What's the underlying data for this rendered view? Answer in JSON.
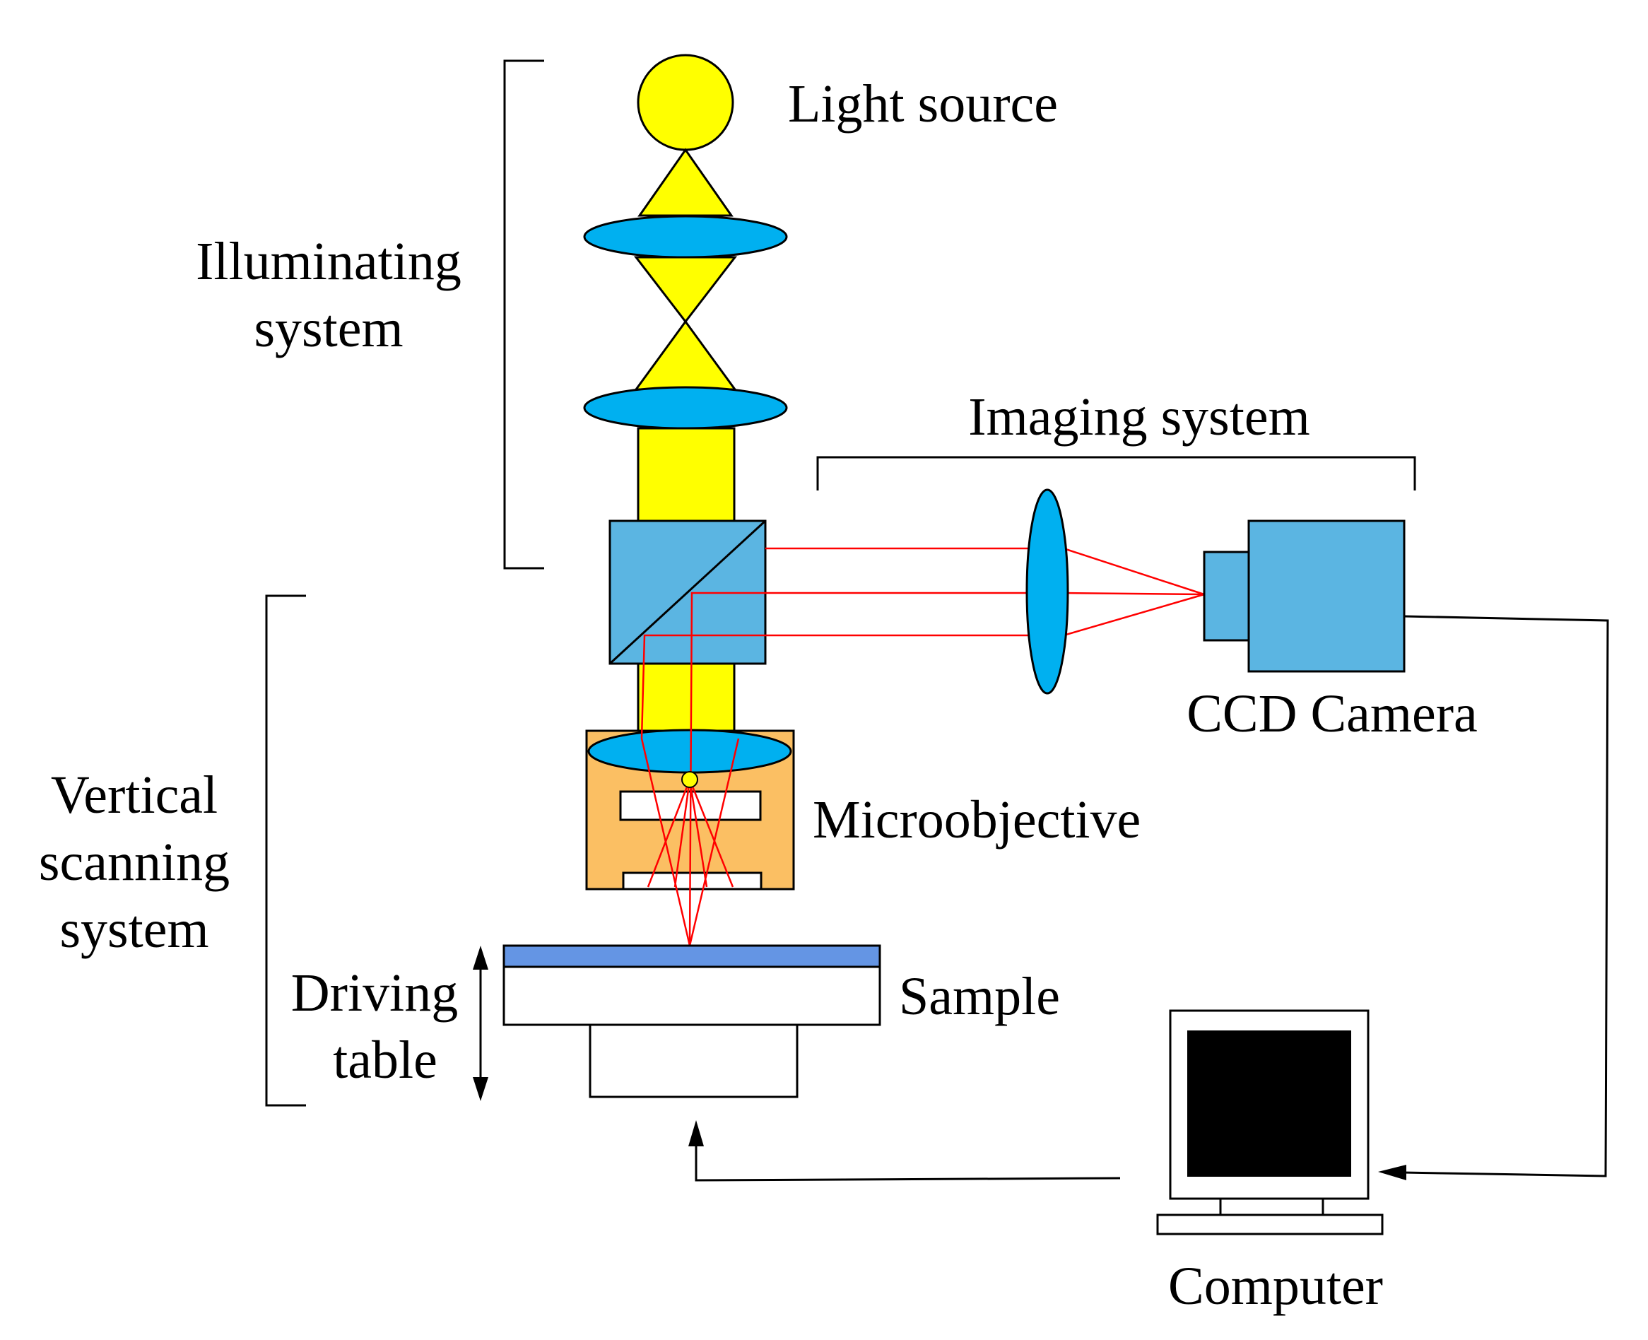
{
  "labels": {
    "light_source": "Light source",
    "illuminating_line1": "Illuminating",
    "illuminating_line2": "system",
    "imaging_system": "Imaging system",
    "ccd_camera": "CCD Camera",
    "microobjective": "Microobjective",
    "vertical_line1": "Vertical",
    "vertical_line2": "scanning",
    "vertical_line3": "system",
    "driving_line1": "Driving",
    "driving_line2": "table",
    "sample": "Sample",
    "computer": "Computer"
  },
  "colors": {
    "light_yellow": "#FFFF00",
    "lens_blue": "#00B0F0",
    "prism_blue": "#5BB5E2",
    "camera_blue": "#5BB5E2",
    "objective_orange": "#FBBF63",
    "sample_layer": "#6495E4",
    "ray_red": "#FF0000",
    "screen_black": "#000000"
  }
}
